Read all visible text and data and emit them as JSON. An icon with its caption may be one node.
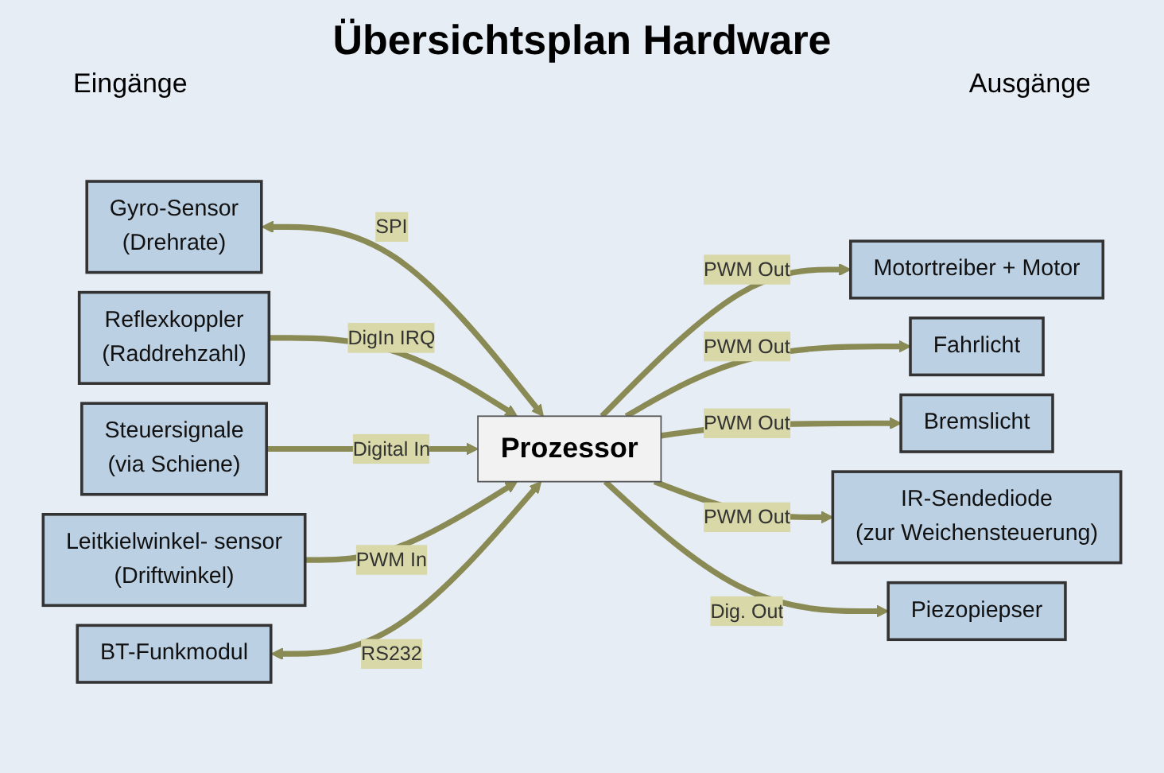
{
  "diagram": {
    "title": "Übersichtsplan Hardware",
    "nodes": [
      {
        "text": [
          "Gyro-Sensor",
          "(Drehrate)"
        ]
      },
      {
        "text": [
          "Reflexkoppler",
          "(Raddrehzahl)"
        ]
      },
      {
        "text": [
          "Steuersignale",
          "(via Schiene)"
        ]
      },
      {
        "text": [
          "Leitkielwinkel- sensor",
          "(Driftwinkel)"
        ]
      },
      {
        "text": [
          "BT-Funkmodul"
        ]
      },
      {
        "text": [
          "Prozessor"
        ]
      },
      {
        "text": [
          "Motortreiber + Motor"
        ]
      },
      {
        "text": [
          "Fahrlicht"
        ]
      },
      {
        "text": [
          "Bremslicht"
        ]
      },
      {
        "text": [
          "IR-Sendediode",
          "(zur Weichensteuerung)"
        ]
      },
      {
        "text": [
          "Piezopiepser"
        ]
      }
    ],
    "edges": [
      {
        "from": 0,
        "to": 5,
        "arrow": "both",
        "label": "SPI"
      },
      {
        "from": 1,
        "to": 5,
        "arrow": "to",
        "label": "DigIn IRQ"
      },
      {
        "from": 2,
        "to": 5,
        "arrow": "to",
        "label": "Digital In"
      },
      {
        "from": 3,
        "to": 5,
        "arrow": "to",
        "label": "PWM In"
      },
      {
        "from": 4,
        "to": 5,
        "arrow": "both",
        "label": "RS232"
      },
      {
        "from": 5,
        "to": 6,
        "arrow": "to",
        "label": "PWM Out"
      },
      {
        "from": 5,
        "to": 7,
        "arrow": "to",
        "label": "PWM Out"
      },
      {
        "from": 5,
        "to": 8,
        "arrow": "to",
        "label": "PWM Out"
      },
      {
        "from": 5,
        "to": 9,
        "arrow": "to",
        "label": "PWM Out"
      },
      {
        "from": 5,
        "to": 10,
        "arrow": "to",
        "label": "Dig. Out"
      }
    ],
    "labels": [
      "Eingänge",
      "Ausgänge"
    ]
  }
}
